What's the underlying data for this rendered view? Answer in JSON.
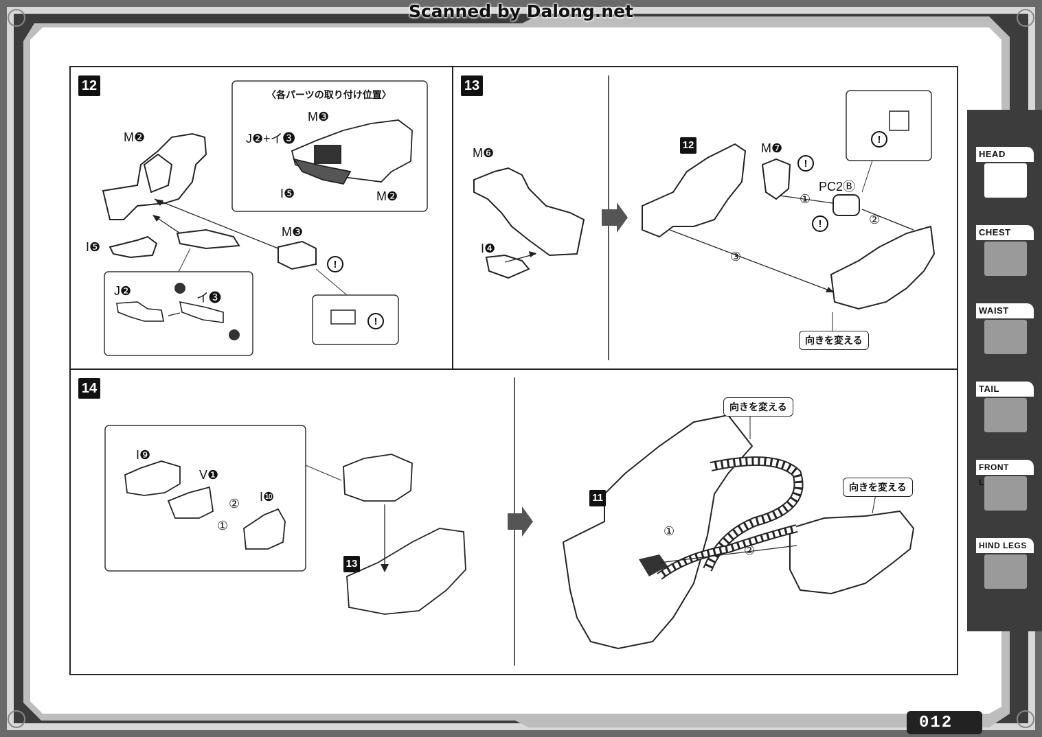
{
  "watermark": "Scanned by Dalong.net",
  "page_number": "012",
  "colors": {
    "frame_dark": "#3c3c3c",
    "frame_light": "#cfcfcf",
    "paper": "#ffffff",
    "ink": "#111111"
  },
  "side_tabs": [
    {
      "label": "HEAD",
      "active": true,
      "icon": "head-icon"
    },
    {
      "label": "CHEST",
      "active": false,
      "icon": "chest-icon"
    },
    {
      "label": "WAIST",
      "active": false,
      "icon": "waist-icon"
    },
    {
      "label": "TAIL",
      "active": false,
      "icon": "tail-icon"
    },
    {
      "label": "FRONT LEGS",
      "active": false,
      "icon": "front-legs-icon"
    },
    {
      "label": "HIND LEGS",
      "active": false,
      "icon": "hind-legs-icon"
    }
  ],
  "step12": {
    "number": "12",
    "inset_title": "〈各パーツの取り付け位置〉",
    "labels": {
      "m2": "M❷",
      "m3": "M❸",
      "j2_i3": "J❷+イ❸",
      "i5": "I❺",
      "m2_inset": "M❷",
      "m3_inset": "M❸",
      "i5_inset": "I❺",
      "j2": "J❷",
      "i3": "イ❸"
    }
  },
  "step13": {
    "number": "13",
    "ref_step": "12",
    "labels": {
      "m6": "M❻",
      "i4": "I❹",
      "m7": "M❼",
      "pc2b": "PC2Ⓑ"
    },
    "order": [
      "①",
      "②",
      "③"
    ],
    "turn_tag": "向きを変える"
  },
  "step14": {
    "number": "14",
    "ref_step13": "13",
    "ref_step11": "11",
    "labels": {
      "i9": "I❾",
      "v1": "V❶",
      "i10": "I❿"
    },
    "order": [
      "①",
      "②"
    ],
    "turn_tag_top": "向きを変える",
    "turn_tag_right": "向きを変える"
  }
}
